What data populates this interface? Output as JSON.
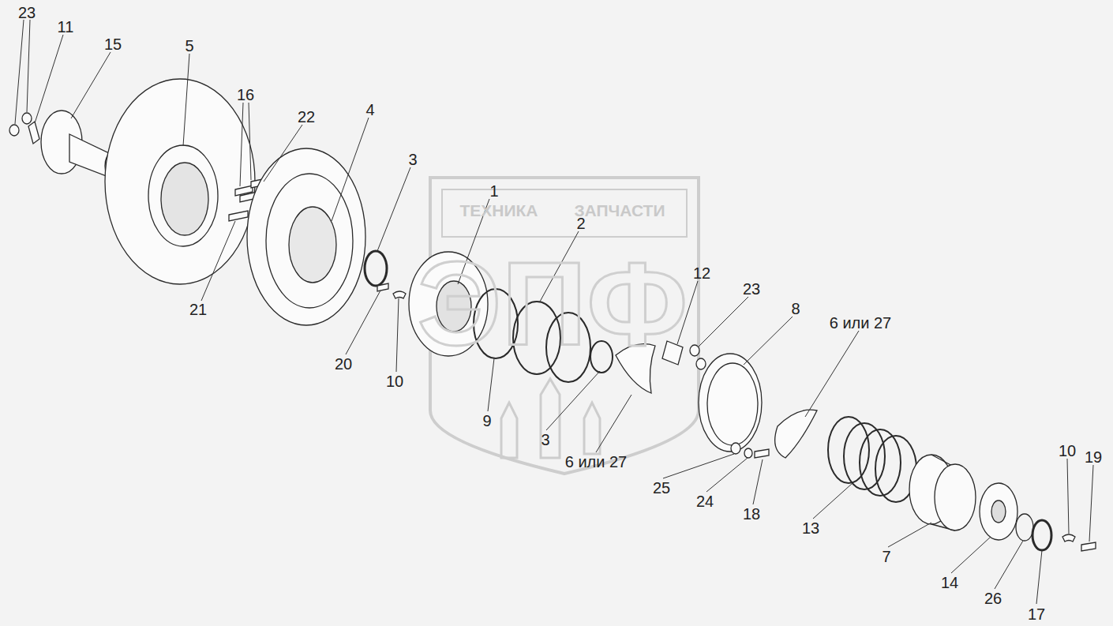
{
  "diagram": {
    "labels": [
      "23",
      "11",
      "15",
      "5",
      "16",
      "22",
      "4",
      "3",
      "1",
      "ТЕХНИКА",
      "ЗАПЧАСТИ",
      "2",
      "ЭПФ",
      "12",
      "23",
      "8",
      "6 или 27",
      "21",
      "20",
      "10",
      "9",
      "3",
      "6 или 27",
      "25",
      "24",
      "18",
      "13",
      "7",
      "10",
      "19",
      "14",
      "26",
      "17"
    ]
  }
}
